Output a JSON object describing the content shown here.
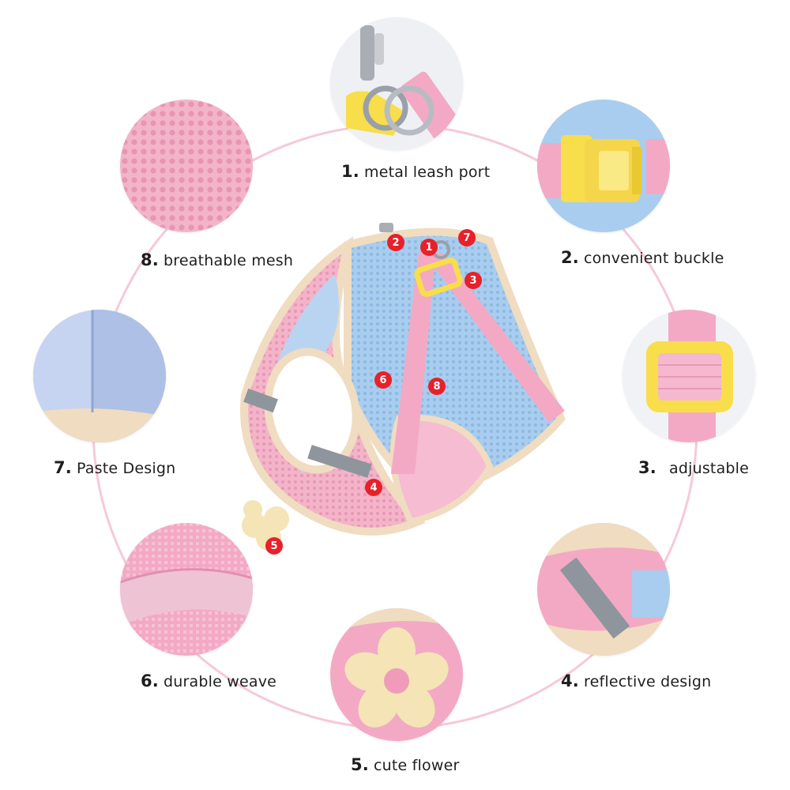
{
  "features": [
    {
      "number": "1.",
      "text": "metal leash port",
      "icon": "leash-clip-icon"
    },
    {
      "number": "2.",
      "text": "convenient buckle",
      "icon": "buckle-icon"
    },
    {
      "number": "3.",
      "text": "adjustable",
      "icon": "slider-ring-icon"
    },
    {
      "number": "4.",
      "text": "reflective design",
      "icon": "reflective-strip-icon"
    },
    {
      "number": "5.",
      "text": "cute flower",
      "icon": "flower-icon"
    },
    {
      "number": "6.",
      "text": "durable weave",
      "icon": "webbing-icon"
    },
    {
      "number": "7.",
      "text": "Paste Design",
      "icon": "velcro-icon"
    },
    {
      "number": "8.",
      "text": "breathable mesh",
      "icon": "mesh-icon"
    }
  ],
  "callouts": [
    "1",
    "2",
    "3",
    "4",
    "5",
    "6",
    "7",
    "8"
  ],
  "colors": {
    "ring": "#f6c9d8",
    "pink": "#f3a9c4",
    "blue": "#a9cdee",
    "beige": "#f0dcc0",
    "yellow": "#f7de4a",
    "badge": "#e8202a"
  }
}
